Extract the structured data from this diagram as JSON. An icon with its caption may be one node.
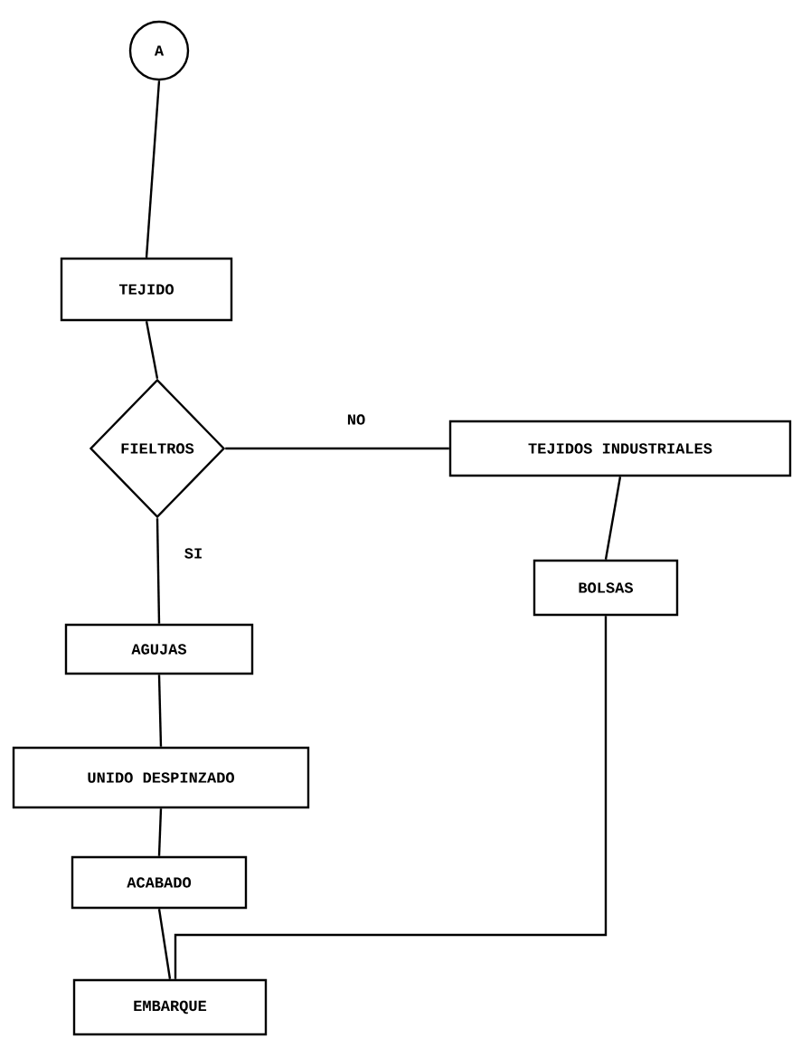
{
  "diagram": {
    "nodes": [
      {
        "text": [
          "A"
        ]
      },
      {
        "text": [
          "TEJIDO"
        ]
      },
      {
        "text": [
          "FIELTROS"
        ]
      },
      {
        "text": [
          "TEJIDOS INDUSTRIALES"
        ]
      },
      {
        "text": [
          "BOLSAS"
        ]
      },
      {
        "text": [
          "AGUJAS"
        ]
      },
      {
        "text": [
          "UNIDO DESPINZADO"
        ]
      },
      {
        "text": [
          "ACABADO"
        ]
      },
      {
        "text": [
          "EMBARQUE"
        ]
      }
    ],
    "edges": [
      {
        "from": 0,
        "to": 1,
        "arrow": "none"
      },
      {
        "from": 1,
        "to": 2,
        "arrow": "none"
      },
      {
        "from": 2,
        "to": 3,
        "arrow": "none",
        "label": "NO"
      },
      {
        "from": 2,
        "to": 5,
        "arrow": "none",
        "label": "SI"
      },
      {
        "from": 3,
        "to": 4,
        "arrow": "none"
      },
      {
        "from": 5,
        "to": 6,
        "arrow": "none"
      },
      {
        "from": 6,
        "to": 7,
        "arrow": "none"
      },
      {
        "from": 7,
        "to": 8,
        "arrow": "none"
      },
      {
        "from": 4,
        "to": 8,
        "arrow": "none"
      }
    ]
  }
}
